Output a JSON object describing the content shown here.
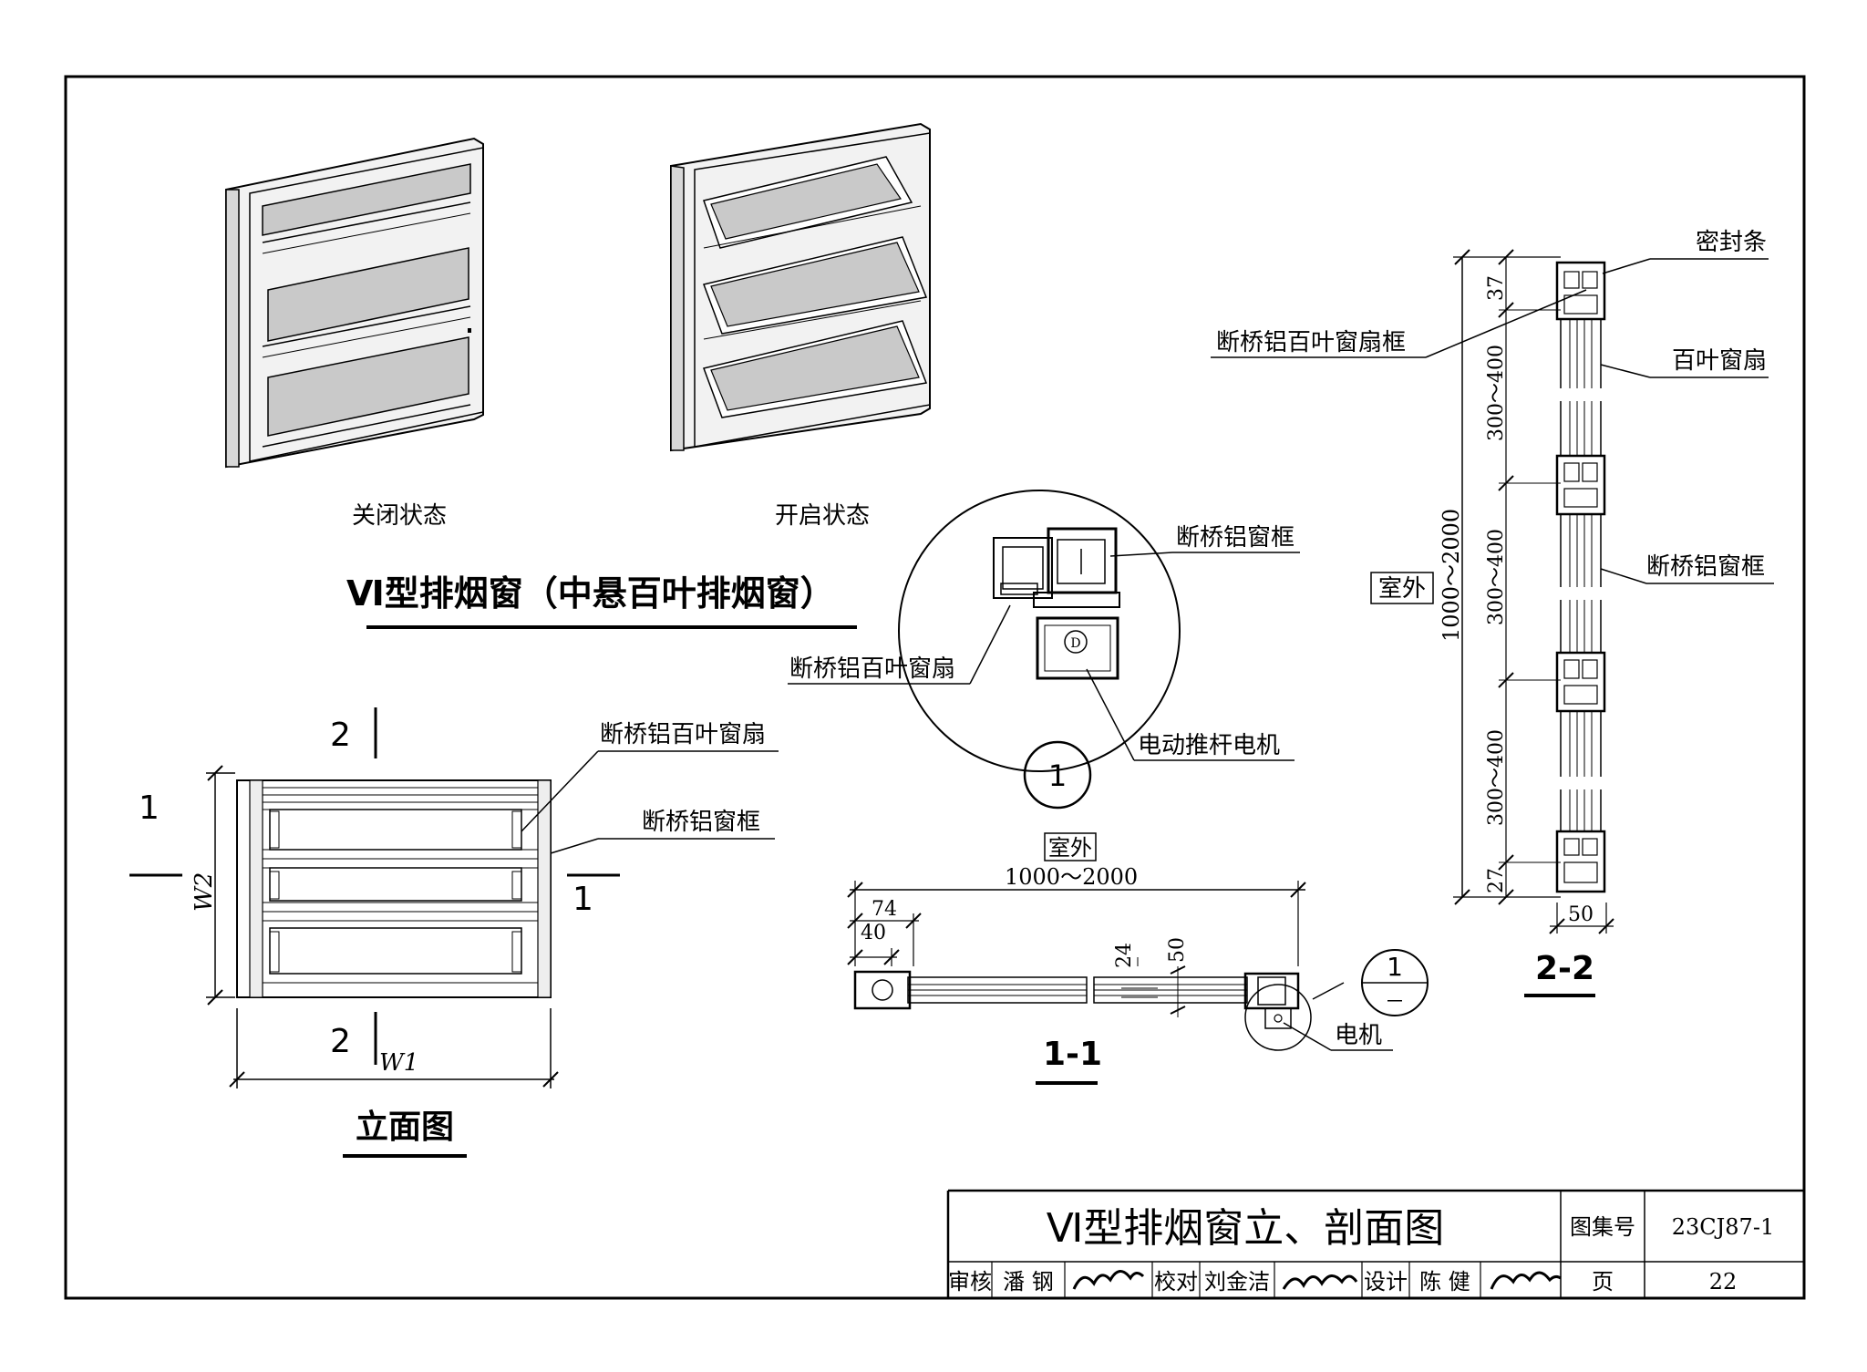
{
  "iso": {
    "closed_caption": "关闭状态",
    "open_caption": "开启状态",
    "main_title": "Ⅵ型排烟窗（中悬百叶排烟窗）"
  },
  "detail": {
    "frame_label": "断桥铝窗框",
    "sash_label": "断桥铝百叶窗扇",
    "motor_label": "电动推杆电机",
    "motor_symbol": "D",
    "detail_number": "1"
  },
  "elevation": {
    "section_2": "2",
    "section_1": "1",
    "sash_label": "断桥铝百叶窗扇",
    "frame_label": "断桥铝窗框",
    "w2_label": "W2",
    "w1_label": "W1",
    "title": "立面图"
  },
  "section_1_1": {
    "outside_label": "室外",
    "overall_dim": "1000～2000",
    "dim_74": "74",
    "dim_40": "40",
    "dim_24": "24",
    "dim_50": "50",
    "ref_top": "1",
    "ref_bottom": "－",
    "motor_label": "电机",
    "title": "1-1"
  },
  "section_2_2": {
    "seal_label": "密封条",
    "sash_frame_label": "断桥铝百叶窗扇框",
    "sash_label": "百叶窗扇",
    "frame_label": "断桥铝窗框",
    "outside_label": "室外",
    "overall_dim": "1000～2000",
    "dim_37": "37",
    "dim_range": "300～400",
    "dim_27": "27",
    "dim_50": "50",
    "title": "2-2"
  },
  "title_block": {
    "drawing_title": "Ⅵ型排烟窗立、剖面图",
    "atlas_label": "图集号",
    "atlas_number": "23CJ87-1",
    "review_label": "审核",
    "reviewer": "潘 钢",
    "check_label": "校对",
    "checker": "刘金洁",
    "design_label": "设计",
    "designer": "陈 健",
    "page_label": "页",
    "page_number": "22"
  }
}
